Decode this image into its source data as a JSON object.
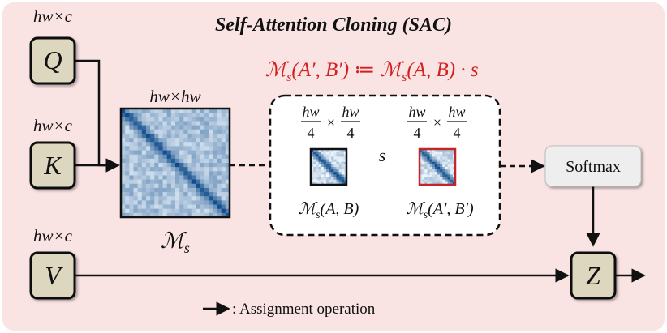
{
  "title": "Self-Attention Cloning (SAC)",
  "equation": {
    "lhs_sym": "ℳ",
    "lhs_sub": "s",
    "lhs_args": "(A′, B′)",
    "op": " ≔ ",
    "rhs_sym": "ℳ",
    "rhs_sub": "s",
    "rhs_args": "(A, B) · s"
  },
  "inputs": [
    {
      "label": "Q",
      "dim": "hw×c"
    },
    {
      "label": "K",
      "dim": "hw×c"
    },
    {
      "label": "V",
      "dim": "hw×c"
    }
  ],
  "matrix": {
    "dim": "hw×hw",
    "sym": "ℳ",
    "sub": "s"
  },
  "clone_box": {
    "frac_num": "hw",
    "frac_den": "4",
    "times": "×",
    "scale_label": "s",
    "source": {
      "sym": "ℳ",
      "sub": "s",
      "args": "(A, B)"
    },
    "target": {
      "sym": "ℳ",
      "sub": "s",
      "args": "(A′, B′)"
    }
  },
  "softmax_label": "Softmax",
  "output_label": "Z",
  "legend_text": ": Assignment operation",
  "colors": {
    "panel": "#f9e3e3",
    "input_box": "#ddd7c0",
    "equation": "#d42020",
    "target_border": "#c0262a",
    "matrix_diag": "#1a5f9e"
  }
}
